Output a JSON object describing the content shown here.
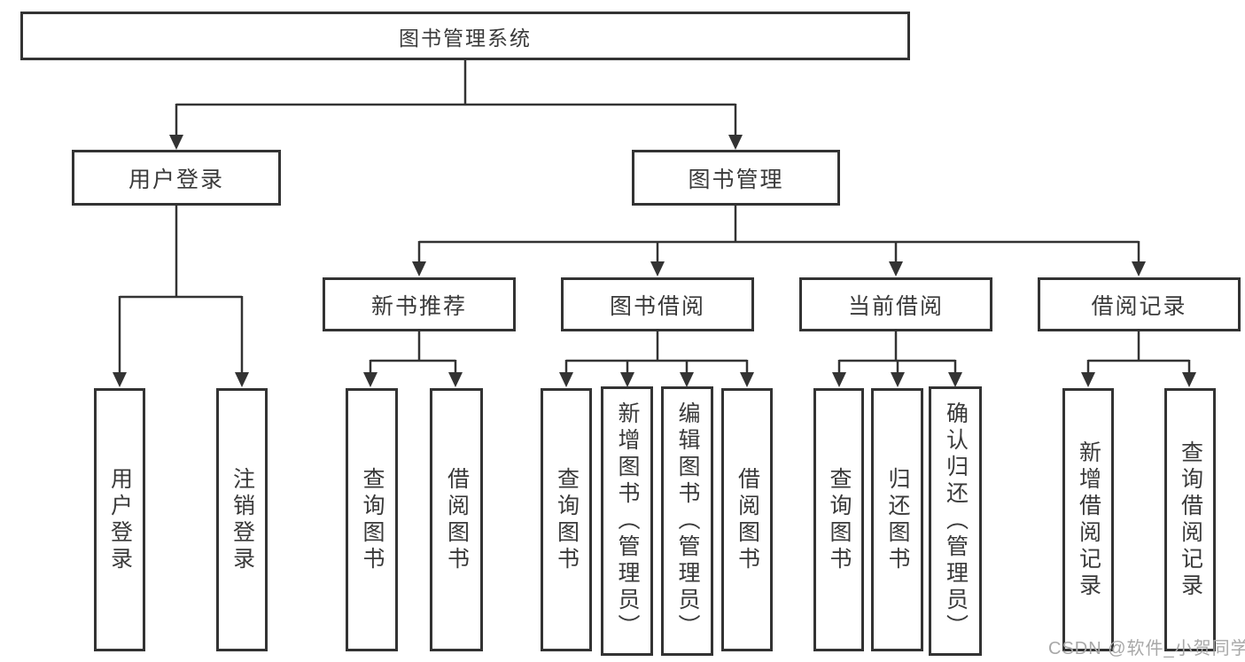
{
  "diagram": {
    "root": "图书管理系统",
    "level2": {
      "user_login": "用户登录",
      "book_mgmt": "图书管理"
    },
    "level3": {
      "new_books": "新书推荐",
      "book_borrow": "图书借阅",
      "current_borrow": "当前借阅",
      "borrow_records": "借阅记录"
    },
    "leaves": {
      "user_login": [
        "用户登录",
        "注销登录"
      ],
      "new_books": [
        "查询图书",
        "借阅图书"
      ],
      "book_borrow": [
        "查询图书",
        "新增图书（管理员）",
        "编辑图书（管理员）",
        "借阅图书"
      ],
      "current_borrow": [
        "查询图书",
        "归还图书",
        "确认归还（管理员）"
      ],
      "borrow_records": [
        "新增借阅记录",
        "查询借阅记录"
      ]
    }
  },
  "watermark": "CSDN @软件_小贺同学",
  "colors": {
    "line": "#333333",
    "box_border": "#333333",
    "box_fill": "#ffffff",
    "text": "#3a3a3a",
    "watermark": "#a8a8a8"
  }
}
